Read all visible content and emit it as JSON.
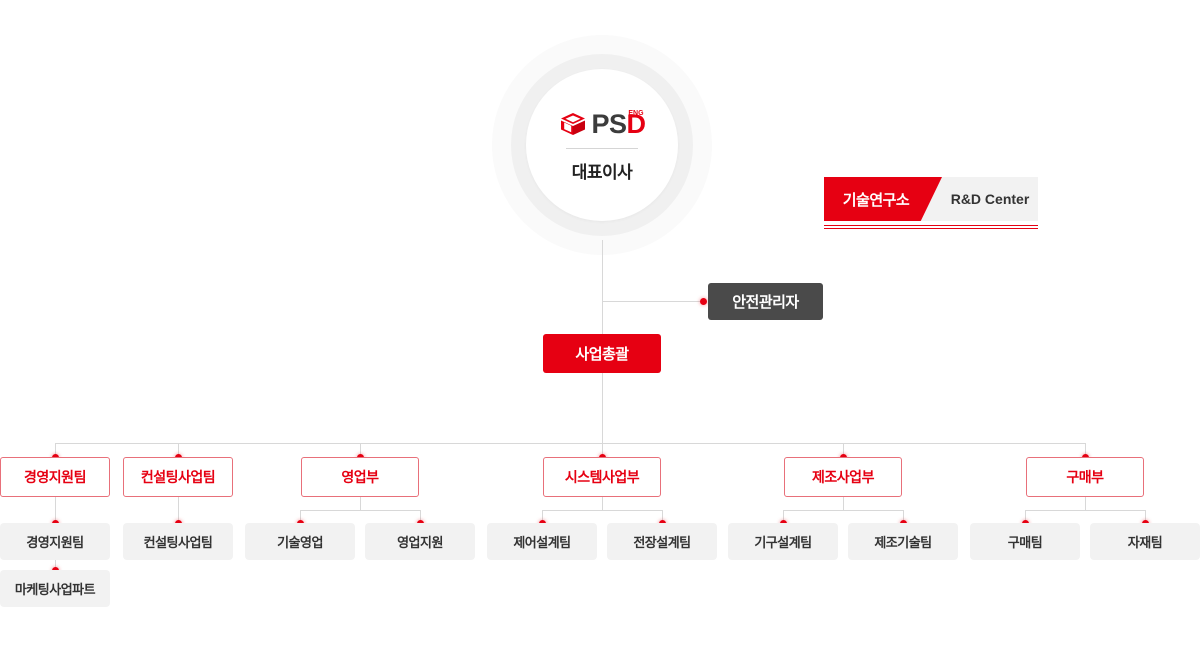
{
  "org": {
    "ceo": {
      "logo_text_ps": "PS",
      "logo_text_d": "D",
      "logo_sub": "ENG",
      "title": "대표이사"
    },
    "rnd": {
      "ko": "기술연구소",
      "en": "R&D Center"
    },
    "safety": {
      "label": "안전관리자"
    },
    "general": {
      "label": "사업총괄"
    },
    "departments": [
      {
        "label": "경영지원팀",
        "teams": [
          "경영지원팀"
        ],
        "subteams": [
          "마케팅사업파트"
        ]
      },
      {
        "label": "컨설팅사업팀",
        "teams": [
          "컨설팅사업팀"
        ],
        "subteams": []
      },
      {
        "label": "영업부",
        "teams": [
          "기술영업",
          "영업지원"
        ],
        "subteams": []
      },
      {
        "label": "시스템사업부",
        "teams": [
          "제어설계팀",
          "전장설계팀"
        ],
        "subteams": []
      },
      {
        "label": "제조사업부",
        "teams": [
          "기구설계팀",
          "제조기술팀"
        ],
        "subteams": []
      },
      {
        "label": "구매부",
        "teams": [
          "구매팀",
          "자재팀"
        ],
        "subteams": []
      }
    ]
  },
  "colors": {
    "brand_red": "#e60012",
    "dept_border": "#e8707a",
    "dark_box": "#4a4a4a",
    "team_bg": "#f2f2f2",
    "line": "#d8d8d8"
  }
}
